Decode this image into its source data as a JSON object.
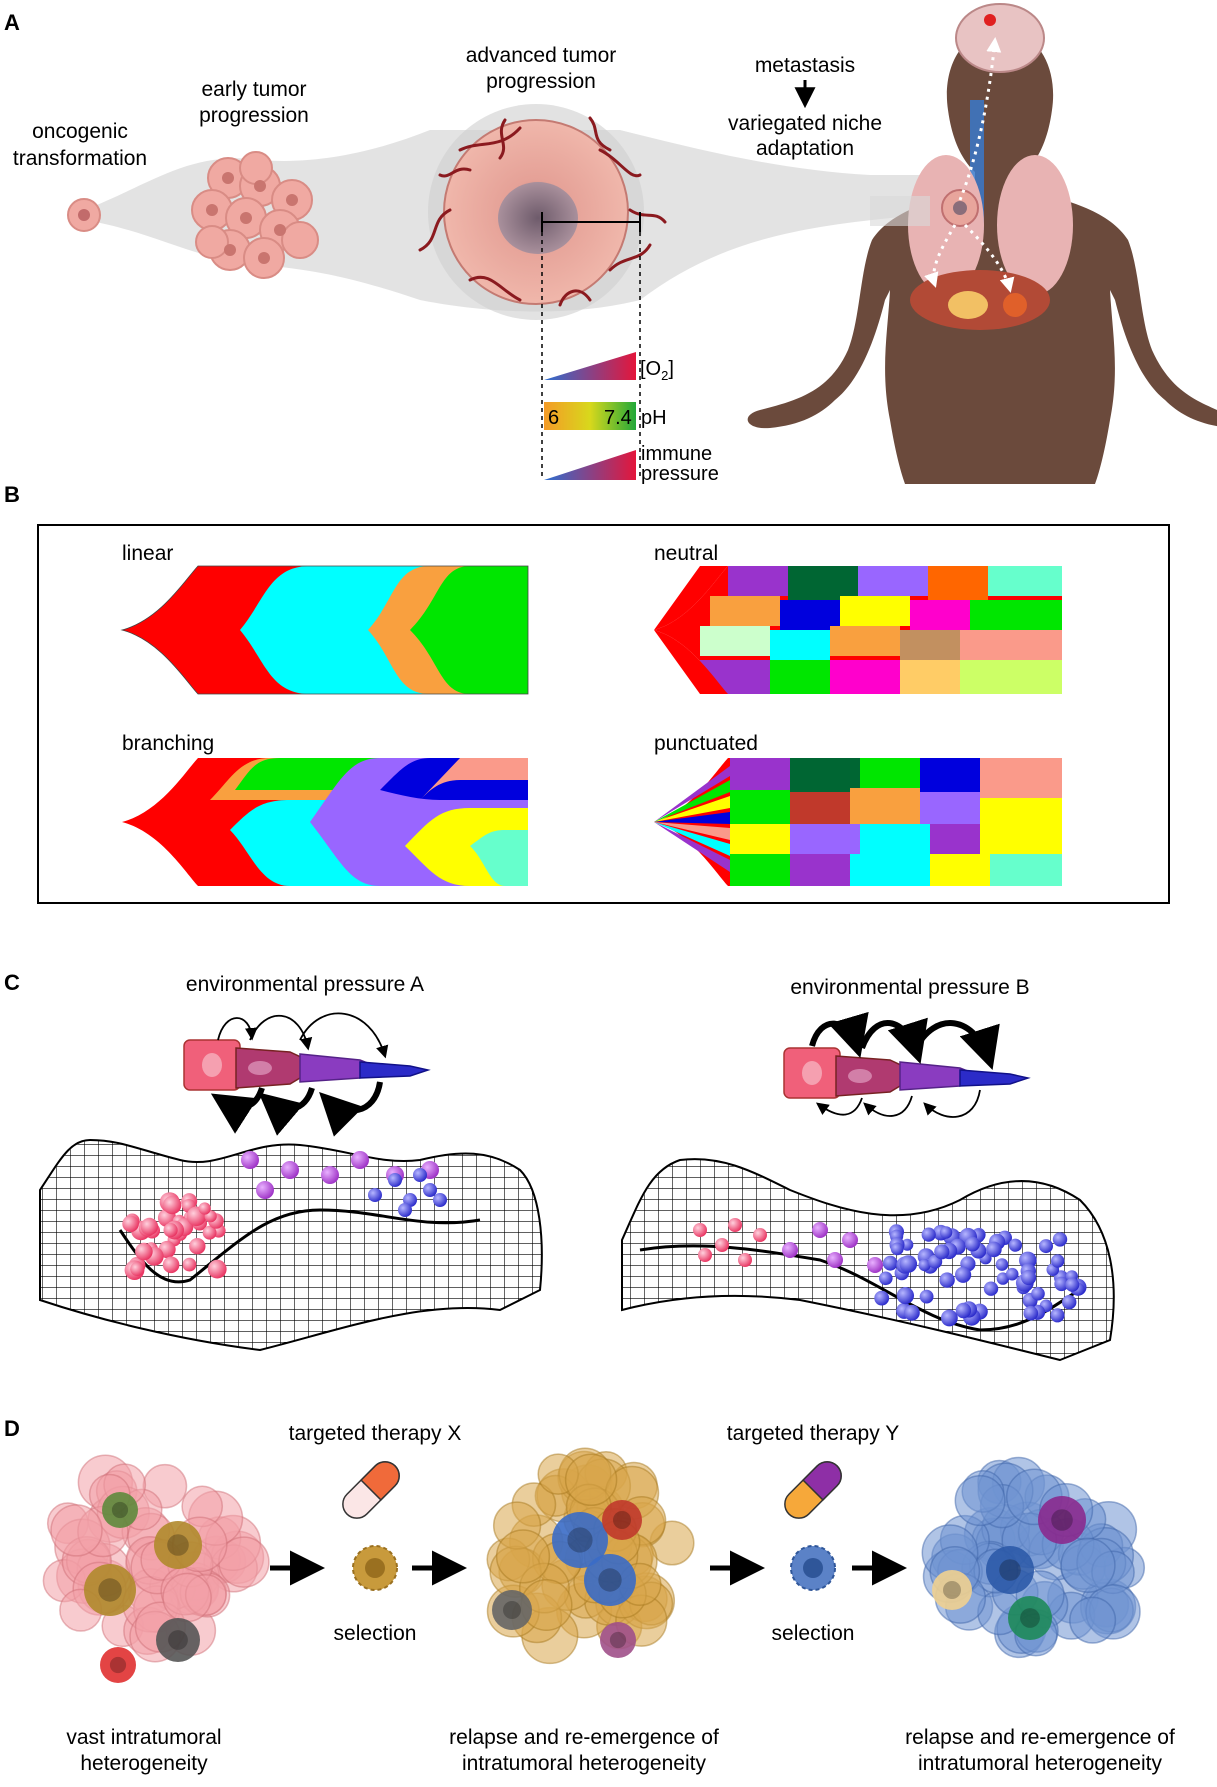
{
  "panels": {
    "a": {
      "letter": "A",
      "stages": {
        "oncogenic_1": "oncogenic",
        "oncogenic_2": "transformation",
        "early_1": "early tumor",
        "early_2": "progression",
        "advanced_1": "advanced tumor",
        "advanced_2": "progression",
        "metastasis": "metastasis",
        "niche_1": "variegated niche",
        "niche_2": "adaptation"
      },
      "gradients": {
        "oxygen_open": "[O",
        "oxygen_sub": "2",
        "oxygen_close": "]",
        "ph_low": "6",
        "ph_high": "7.4",
        "ph_label": "pH",
        "immune_1": "immune",
        "immune_2": "pressure"
      }
    },
    "b": {
      "letter": "B",
      "models": {
        "linear": "linear",
        "neutral": "neutral",
        "branching": "branching",
        "punctuated": "punctuated"
      }
    },
    "c": {
      "letter": "C",
      "pressure_a": "environmental pressure A",
      "pressure_b": "environmental pressure B"
    },
    "d": {
      "letter": "D",
      "therapy_x": "targeted therapy X",
      "therapy_y": "targeted therapy Y",
      "selection_1": "selection",
      "selection_2": "selection",
      "vast_1": "vast intratumoral",
      "vast_2": "heterogeneity",
      "relapse1_1": "relapse and re-emergence of",
      "relapse1_2": "intratumoral heterogeneity",
      "relapse2_1": "relapse and re-emergence of",
      "relapse2_2": "intratumoral heterogeneity"
    }
  },
  "colors": {
    "red": "#ff0000",
    "cyan": "#00ffff",
    "orange": "#f9a03f",
    "green": "#00e600",
    "purple": "#9966ff",
    "blue": "#0000dd",
    "yellow": "#ffff00",
    "salmon": "#fa9a8a",
    "mint": "#66ffcc",
    "skin": "#6b4a3c",
    "tumor": "#e9a59c"
  }
}
